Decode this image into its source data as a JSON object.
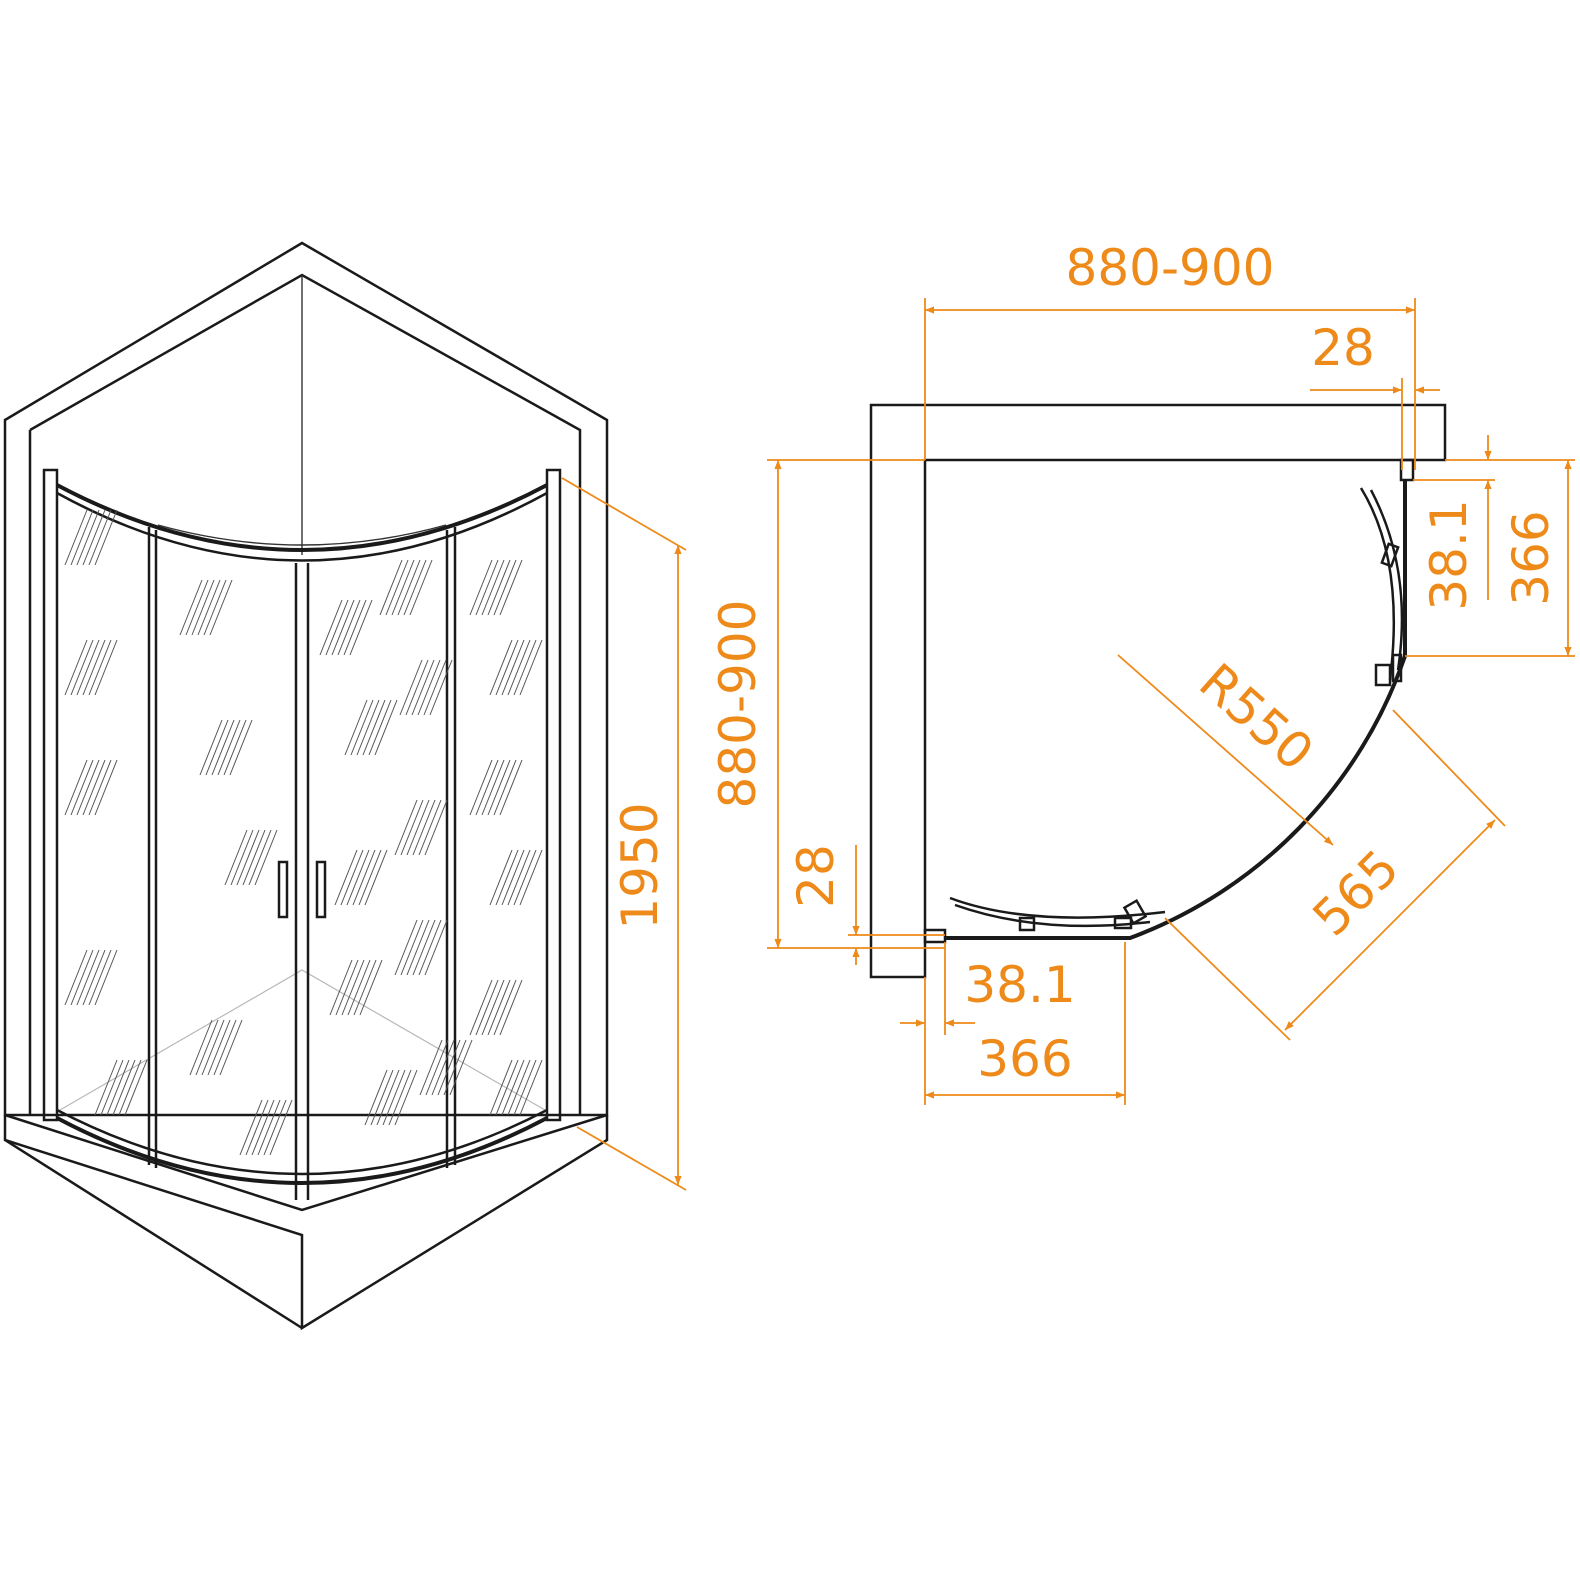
{
  "accent_color": "#ee8a1a",
  "line_color": "#1a1a1a",
  "views": {
    "isometric": {
      "height_label": "1950"
    },
    "plan": {
      "width_label": "880-900",
      "depth_label": "880-900",
      "radius_label": "R550",
      "diagonal_label": "565",
      "top_profile_label": "28",
      "left_profile_label": "28",
      "right_offset_label": "38.1",
      "right_fixed_panel_label": "366",
      "bottom_offset_label": "38.1",
      "bottom_fixed_panel_label": "366"
    }
  }
}
